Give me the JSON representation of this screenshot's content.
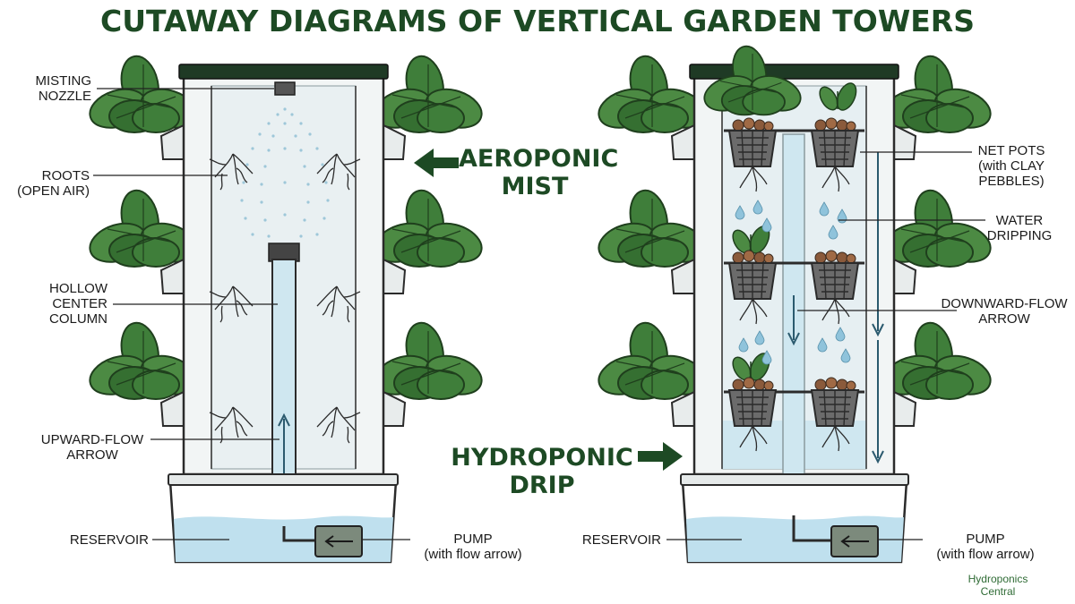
{
  "title": "CUTAWAY DIAGRAMS OF VERTICAL GARDEN TOWERS",
  "left_tower": {
    "callout": "AEROPONIC\nMIST",
    "labels": {
      "misting_nozzle": "MISTING\nNOZZLE",
      "roots": "ROOTS\n(OPEN AIR)",
      "hollow_center_column": "HOLLOW\nCENTER\nCOLUMN",
      "upward_flow_arrow": "UPWARD-FLOW\nARROW",
      "reservoir": "RESERVOIR",
      "pump": "PUMP\n(with flow arrow)"
    }
  },
  "right_tower": {
    "callout": "HYDROPONIC\nDRIP",
    "labels": {
      "net_pots": "NET POTS\n(with CLAY\nPEBBLES)",
      "water_dripping": "WATER\nDRIPPING",
      "downward_flow_arrow": "DOWNWARD-FLOW\nARROW",
      "reservoir": "RESERVOIR",
      "pump": "PUMP\n(with flow arrow)"
    }
  },
  "brand": "Hydroponics\nCentral",
  "colors": {
    "title_green": "#1d4a24",
    "leaf_green": "#3f7e3a",
    "water_blue": "#bfe0ee",
    "tower_frame": "#2b2b2b"
  }
}
